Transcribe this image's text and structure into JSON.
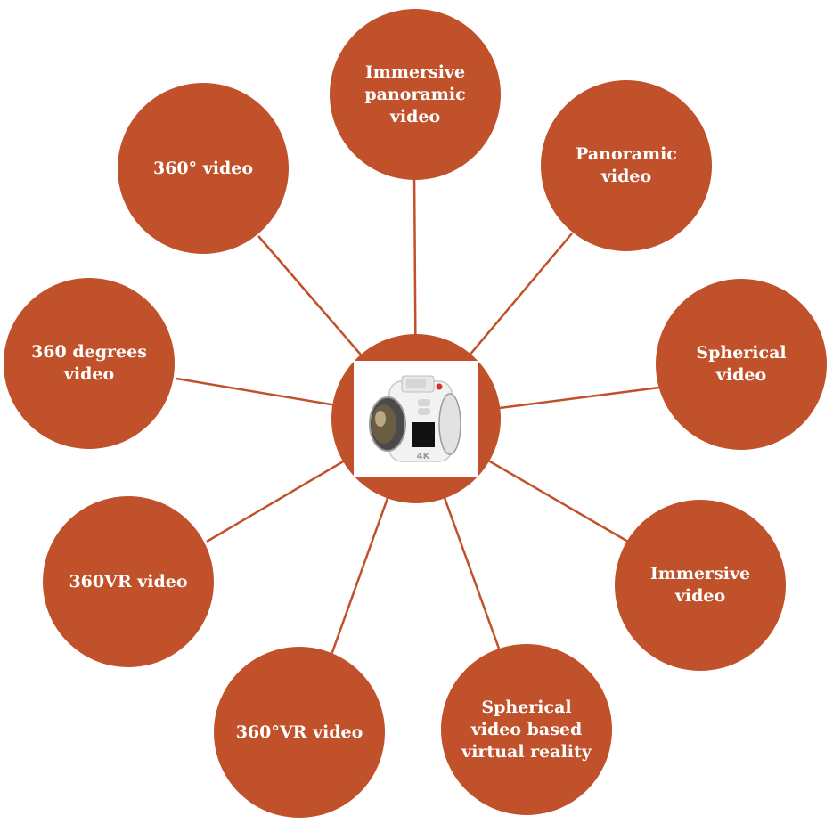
{
  "colors": {
    "node_fill": "#c0512a",
    "connector": "#c0512a",
    "text": "#ffffff",
    "background": "#ffffff"
  },
  "center": {
    "icon": "360-camera-icon",
    "camera_badge": "4K"
  },
  "nodes": [
    {
      "id": "immersive-panoramic-video",
      "label": "Immersive panoramic video"
    },
    {
      "id": "panoramic-video",
      "label": "Panoramic video"
    },
    {
      "id": "spherical-video",
      "label": "Spherical video"
    },
    {
      "id": "immersive-video",
      "label": "Immersive video"
    },
    {
      "id": "spherical-video-based-virtual-reality",
      "label": "Spherical video based virtual reality"
    },
    {
      "id": "360-vr-video-degree",
      "label": "360°VR video"
    },
    {
      "id": "360vr-video",
      "label": "360VR video"
    },
    {
      "id": "360-degrees-video",
      "label": "360 degrees video"
    },
    {
      "id": "360-degree-video",
      "label": "360° video"
    }
  ]
}
